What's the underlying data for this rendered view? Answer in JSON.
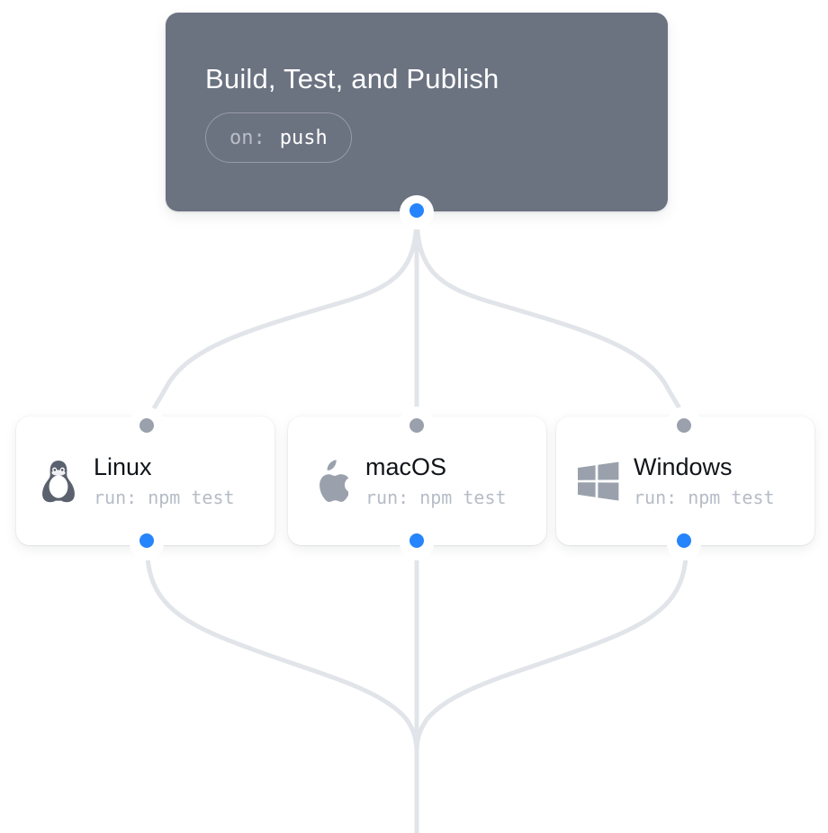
{
  "meta": {
    "background_color": "#ffffff",
    "accent_color": "#2684fc",
    "edge_color": "#e1e4e9",
    "node_gray": "#9aa1ac"
  },
  "trigger": {
    "title": "Build, Test, and Publish",
    "badge": {
      "key": "on:",
      "value": "push"
    },
    "background_color": "#6b7280",
    "title_color": "#ffffff",
    "output_port_color": "#2684fc"
  },
  "jobs": [
    {
      "id": "linux",
      "name": "Linux",
      "run": "run: npm test",
      "icon": "linux-penguin-icon",
      "icon_color": "#5b616e",
      "input_port_color": "#9aa1ac",
      "output_port_color": "#2684fc"
    },
    {
      "id": "macos",
      "name": "macOS",
      "run": "run: npm test",
      "icon": "apple-icon",
      "icon_color": "#9aa1ac",
      "input_port_color": "#9aa1ac",
      "output_port_color": "#2684fc"
    },
    {
      "id": "windows",
      "name": "Windows",
      "run": "run: npm test",
      "icon": "windows-icon",
      "icon_color": "#9aa1ac",
      "input_port_color": "#9aa1ac",
      "output_port_color": "#2684fc"
    }
  ]
}
